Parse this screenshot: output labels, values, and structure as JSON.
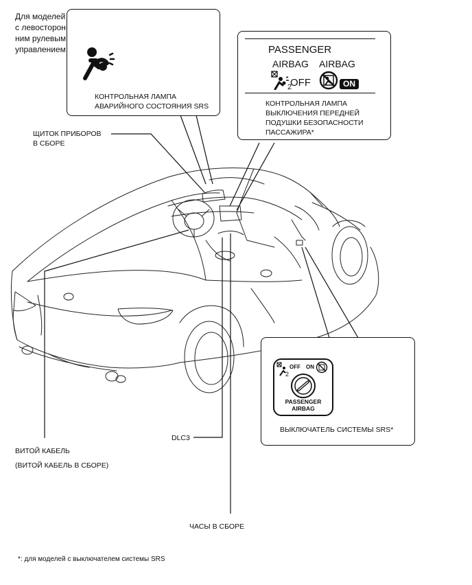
{
  "notes": {
    "lhd_models": "Для моделей\nс левосторон-\nним рулевым\nуправлением:",
    "footnote": "*: для моделей с выключателем системы SRS"
  },
  "callouts": {
    "srs_warning_lamp": "КОНТРОЛЬНАЯ ЛАМПА\nАВАРИЙНОГО СОСТОЯНИЯ SRS",
    "passenger_airbag_off_lamp": "КОНТРОЛЬНАЯ ЛАМПА\nВЫКЛЮЧЕНИЯ ПЕРЕДНЕЙ\nПОДУШКИ БЕЗОПАСНОСТИ\nПАССАЖИРА*",
    "instrument_cluster": "ЩИТОК ПРИБОРОВ\nВ СБОРЕ",
    "spiral_cable": "ВИТОЙ КАБЕЛЬ",
    "spiral_cable_assy": "(ВИТОЙ КАБЕЛЬ В СБОРЕ)",
    "dlc3": "DLC3",
    "clock_assy": "ЧАСЫ В СБОРЕ",
    "srs_switch": "ВЫКЛЮЧАТЕЛЬ СИСТЕМЫ SRS*"
  },
  "indicator_panel": {
    "header": "PASSENGER",
    "left_label": "AIRBAG",
    "right_label": "AIRBAG",
    "off_text": "OFF",
    "on_text": "ON"
  },
  "switch_face": {
    "off_text": "OFF",
    "on_text": "ON",
    "line1": "PASSENGER",
    "line2": "AIRBAG"
  },
  "icons": [
    "airbag-warning-icon",
    "passenger-airbag-off-icon",
    "passenger-airbag-on-icon",
    "key-switch-icon"
  ],
  "colors": {
    "ink": "#111111",
    "background": "#ffffff"
  }
}
